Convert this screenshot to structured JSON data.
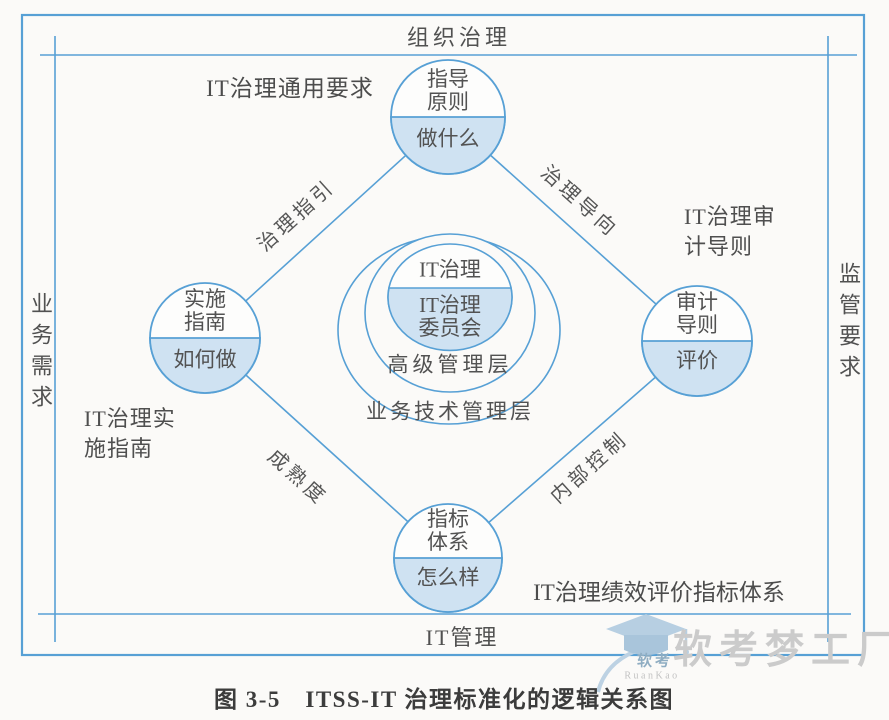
{
  "figure": {
    "caption": "图 3-5　ITSS-IT 治理标准化的逻辑关系图"
  },
  "frame": {
    "top": "组织治理",
    "bottom": "IT管理",
    "left": "业务需求",
    "right": "监管要求"
  },
  "corners": {
    "top_left": "IT治理通用要求",
    "right_l1": "IT治理审",
    "right_l2": "计导则",
    "left_l1": "IT治理实",
    "left_l2": "施指南",
    "bottom_right": "IT治理绩效评价指标体系"
  },
  "edges": {
    "top_left": "治理指引",
    "top_right": "治理导向",
    "bottom_left": "成熟度",
    "bottom_right": "内部控制"
  },
  "nodes": {
    "top": {
      "l1": "指导",
      "l2": "原则",
      "sub": "做什么"
    },
    "left": {
      "l1": "实施",
      "l2": "指南",
      "sub": "如何做"
    },
    "right": {
      "l1": "审计",
      "l2": "导则",
      "sub": "评价"
    },
    "bottom": {
      "l1": "指标",
      "l2": "体系",
      "sub": "怎么样"
    }
  },
  "center": {
    "top": "IT治理",
    "committee_l1": "IT治理",
    "committee_l2": "委员会",
    "middle": "高级管理层",
    "outer": "业务技术管理层"
  },
  "watermark": {
    "brand": "软考梦工厂",
    "logo_text": "软考",
    "logo_sub": "RuanKao"
  },
  "colors": {
    "line": "#57a0d5",
    "node_fill": "#cfe2f2",
    "text": "#505050",
    "watermark_gray": "#cbcbcb"
  }
}
